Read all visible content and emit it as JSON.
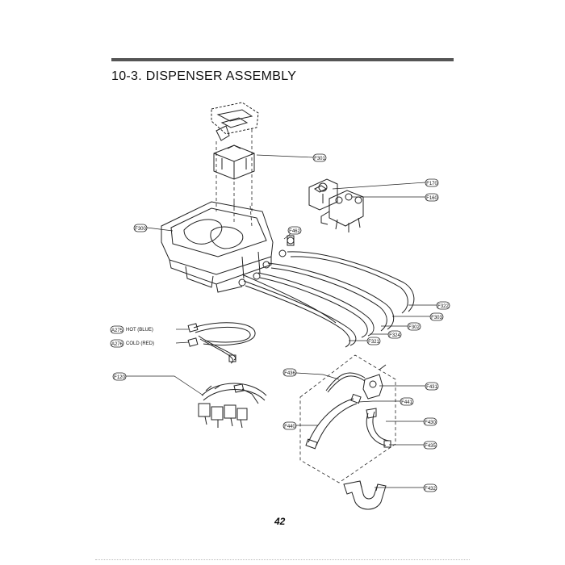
{
  "page": {
    "section_title": "10-3. DISPENSER ASSEMBLY",
    "page_number": "42"
  },
  "callouts": {
    "f301": "F301",
    "f170": "F170",
    "f160": "F160",
    "f300": "F300",
    "f462": "F462",
    "f322": "F322",
    "f303": "F303",
    "f302": "F302",
    "f324": "F324",
    "f321": "F321",
    "a275": "A275",
    "a276": "A276",
    "f120": "F120",
    "f436": "F436",
    "f431": "F431",
    "f441": "F441",
    "f430": "F430",
    "f440": "F440",
    "f435": "F435",
    "f432": "F432"
  },
  "side_labels": {
    "hot": "HOT (BLUE)",
    "cold": "COLD (RED)"
  }
}
